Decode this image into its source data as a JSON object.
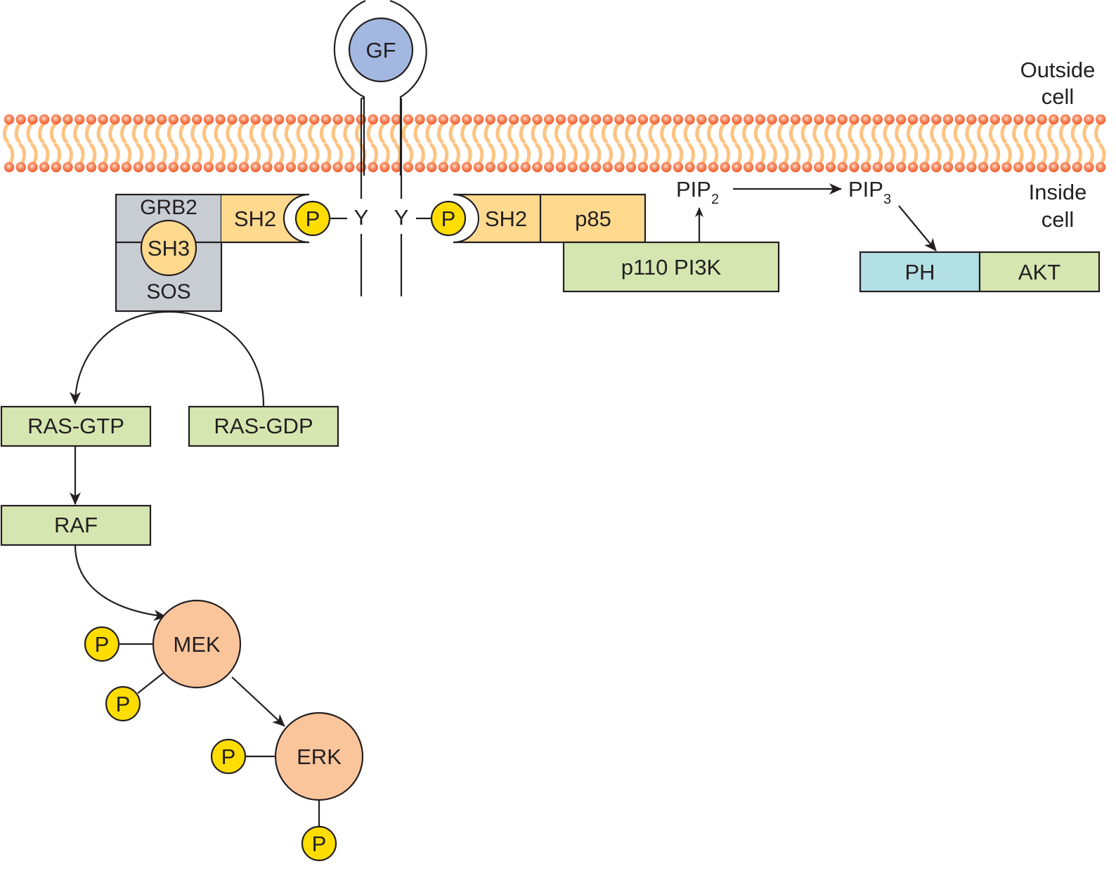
{
  "diagram": {
    "title": "Growth factor receptor signaling: RAS-MAPK and PI3K-AKT pathways",
    "regions": {
      "outside": [
        "Outside",
        "cell"
      ],
      "inside": [
        "Inside",
        "cell"
      ]
    },
    "ligand": {
      "label": "GF"
    },
    "receptor": {
      "residues": [
        "Y",
        "Y"
      ]
    },
    "phospho_label": "P",
    "grb2_complex": {
      "grb2": "GRB2",
      "sh3": "SH3",
      "sos": "SOS",
      "sh2": "SH2"
    },
    "pi3k_complex": {
      "sh2": "SH2",
      "p85": "p85",
      "p110": "p110 PI3K"
    },
    "lipids": {
      "pip2": {
        "base": "PIP",
        "sub": "2"
      },
      "pip3": {
        "base": "PIP",
        "sub": "3"
      }
    },
    "akt": {
      "ph": "PH",
      "akt": "AKT"
    },
    "ras": {
      "gtp": "RAS-GTP",
      "gdp": "RAS-GDP"
    },
    "raf": "RAF",
    "mek": "MEK",
    "erk": "ERK",
    "colors": {
      "gf": "#a3b8e0",
      "phospho": "#ffdd00",
      "sh_domain": "#fed98e",
      "grb2_sos": "#c8cdd3",
      "kinase_box": "#d6e6b0",
      "ph_domain": "#b2e0e4",
      "mapk_circle": "#fbc59c",
      "lipid_head": "#f26a3d",
      "lipid_tail": "#fdc382"
    },
    "edges": [
      {
        "from": "GRB2/SOS",
        "to": "RAS-GTP",
        "via": "RAS-GDP"
      },
      {
        "from": "RAS-GTP",
        "to": "RAF"
      },
      {
        "from": "RAF",
        "to": "MEK"
      },
      {
        "from": "MEK",
        "to": "ERK"
      },
      {
        "from": "p110 PI3K",
        "to": "PIP2"
      },
      {
        "from": "PIP2",
        "to": "PIP3"
      },
      {
        "from": "PIP3",
        "to": "PH"
      }
    ]
  }
}
